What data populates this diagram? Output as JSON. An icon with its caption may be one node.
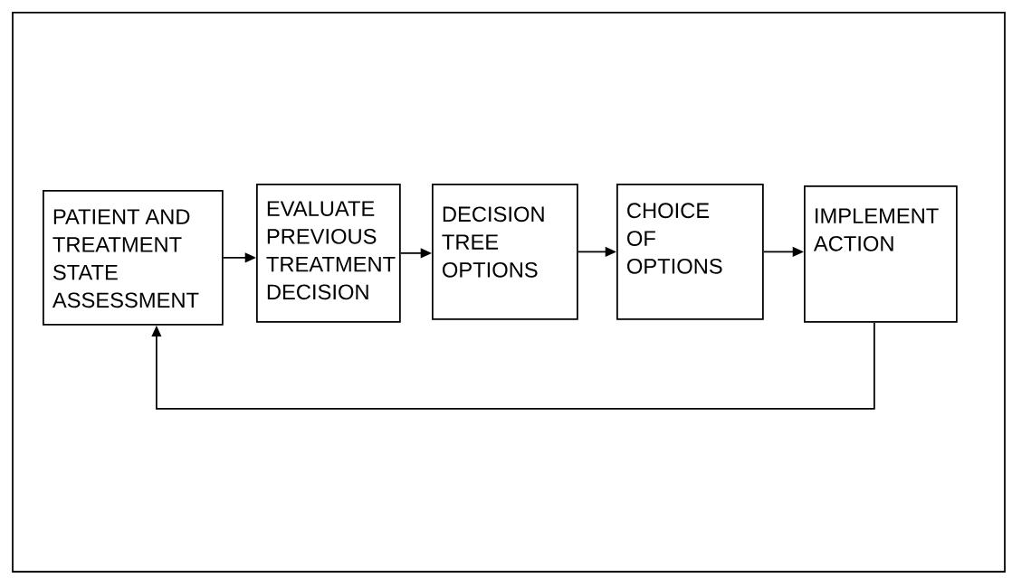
{
  "diagram": {
    "nodes": [
      {
        "text": [
          "PATIENT AND TREATMENT STATE ASSESSMENT"
        ]
      },
      {
        "text": [
          "EVALUATE PREVIOUS TREATMENT DECISION"
        ]
      },
      {
        "text": [
          "DECISION TREE OPTIONS"
        ]
      },
      {
        "text": [
          "CHOICE OF OPTIONS"
        ]
      },
      {
        "text": [
          "IMPLEMENT ACTION"
        ]
      }
    ],
    "edges": [
      {
        "from": 0,
        "to": 1,
        "arrow": "to"
      },
      {
        "from": 1,
        "to": 2,
        "arrow": "to"
      },
      {
        "from": 2,
        "to": 3,
        "arrow": "to"
      },
      {
        "from": 3,
        "to": 4,
        "arrow": "to"
      },
      {
        "from": 4,
        "to": 0,
        "arrow": "to"
      }
    ]
  }
}
